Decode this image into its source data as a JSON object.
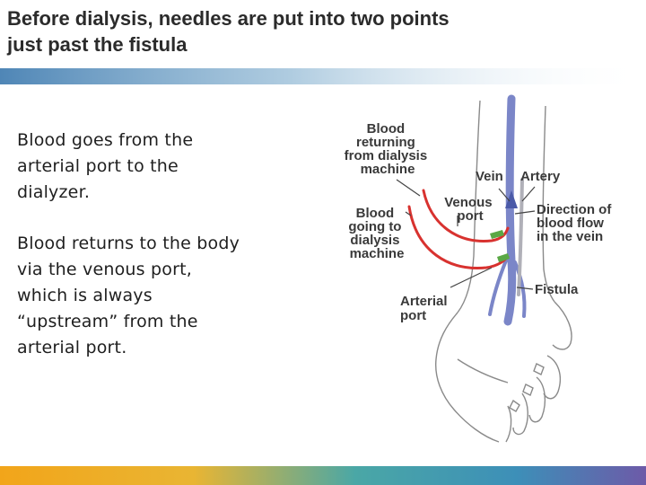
{
  "slide": {
    "title_line1": "Before dialysis, needles are put into two points",
    "title_line2": "just past the fistula",
    "body_p1_lines": [
      "Blood goes from the",
      "arterial port to the",
      "dialyzer."
    ],
    "body_p2_lines": [
      "Blood returns to the body",
      "via the venous port,",
      "which is always",
      "“upstream” from the",
      "arterial port."
    ]
  },
  "diagram": {
    "labels": {
      "blood_returning": [
        "Blood",
        "returning",
        "from dialysis",
        "machine"
      ],
      "vein": "Vein",
      "artery": "Artery",
      "venous_port": [
        "Venous",
        "port"
      ],
      "blood_going": [
        "Blood",
        "going to",
        "dialysis",
        "machine"
      ],
      "direction": [
        "Direction of",
        "blood flow",
        "in the vein"
      ],
      "arterial_port": [
        "Arterial",
        "port"
      ],
      "fistula": "Fistula"
    },
    "colors": {
      "tube_red": "#d8322f",
      "vein_blue": "#7b86c8",
      "needle_green": "#5aa845",
      "outline": "#8a8a8a"
    }
  },
  "theme": {
    "bar_gradient": [
      "#f2a51a",
      "#e9b533",
      "#4aa7a6",
      "#3d8fb8",
      "#6d5aa8"
    ]
  }
}
